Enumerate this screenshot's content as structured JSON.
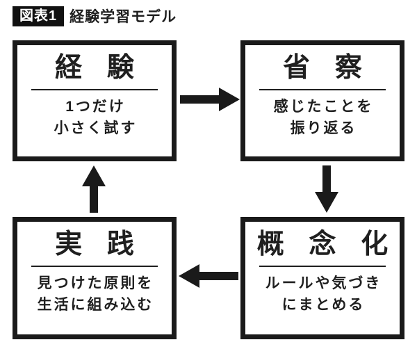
{
  "header": {
    "badge": "図表1",
    "title": "経験学習モデル"
  },
  "colors": {
    "ink": "#1a1a1a",
    "background": "#ffffff",
    "badge_bg": "#111111",
    "badge_text": "#ffffff"
  },
  "diagram": {
    "type": "cycle",
    "boxes": [
      {
        "id": "experience",
        "title": "経 験",
        "subtitle_lines": [
          "1つだけ",
          "小さく試す"
        ]
      },
      {
        "id": "reflection",
        "title": "省 察",
        "subtitle_lines": [
          "感じたことを",
          "振り返る"
        ]
      },
      {
        "id": "conceptualization",
        "title": "概 念 化",
        "subtitle_lines": [
          "ルールや気づき",
          "にまとめる"
        ]
      },
      {
        "id": "practice",
        "title": "実 践",
        "subtitle_lines": [
          "見つけた原則を",
          "生活に組み込む"
        ]
      }
    ],
    "arrows": [
      {
        "from": "experience",
        "to": "reflection",
        "direction": "right"
      },
      {
        "from": "reflection",
        "to": "conceptualization",
        "direction": "down"
      },
      {
        "from": "conceptualization",
        "to": "practice",
        "direction": "left"
      },
      {
        "from": "practice",
        "to": "experience",
        "direction": "up"
      }
    ]
  }
}
